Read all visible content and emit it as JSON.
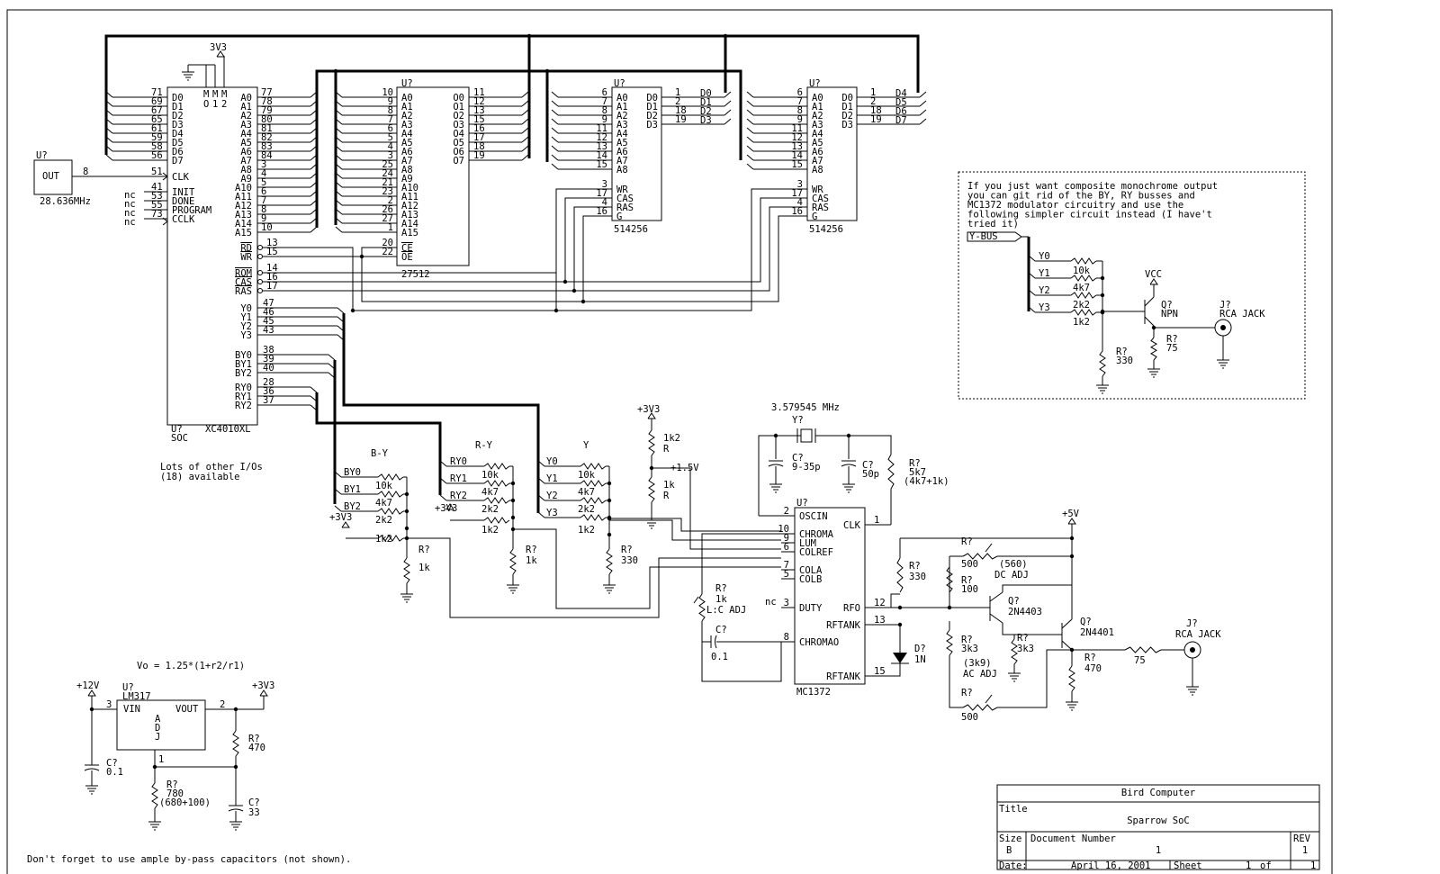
{
  "chips": {
    "soc": {
      "ref": "U?",
      "part": "XC4010XL",
      "name": "SOC",
      "mmm": [
        "M",
        "M",
        "M"
      ],
      "mmm2": [
        "O",
        "1",
        "2"
      ],
      "left_pins": [
        {
          "num": "71",
          "name": "D0"
        },
        {
          "num": "69",
          "name": "D1"
        },
        {
          "num": "67",
          "name": "D2"
        },
        {
          "num": "65",
          "name": "D3"
        },
        {
          "num": "61",
          "name": "D4"
        },
        {
          "num": "59",
          "name": "D5"
        },
        {
          "num": "58",
          "name": "D6"
        },
        {
          "num": "56",
          "name": "D7"
        },
        {
          "num": "51",
          "name": "CLK"
        },
        {
          "num": "41",
          "name": "INIT"
        },
        {
          "num": "53",
          "name": "DONE"
        },
        {
          "num": "55",
          "name": "PROGRAM"
        },
        {
          "num": "73",
          "name": "CCLK"
        }
      ],
      "nc": [
        "nc",
        "nc",
        "nc",
        "nc"
      ],
      "right_pins": [
        {
          "num": "77",
          "name": "A0"
        },
        {
          "num": "78",
          "name": "A1"
        },
        {
          "num": "79",
          "name": "A2"
        },
        {
          "num": "80",
          "name": "A3"
        },
        {
          "num": "81",
          "name": "A4"
        },
        {
          "num": "82",
          "name": "A5"
        },
        {
          "num": "83",
          "name": "A6"
        },
        {
          "num": "84",
          "name": "A7"
        },
        {
          "num": "3",
          "name": "A8"
        },
        {
          "num": "4",
          "name": "A9"
        },
        {
          "num": "5",
          "name": "A10"
        },
        {
          "num": "6",
          "name": "A11"
        },
        {
          "num": "7",
          "name": "A12"
        },
        {
          "num": "8",
          "name": "A13"
        },
        {
          "num": "9",
          "name": "A14"
        },
        {
          "num": "10",
          "name": "A15"
        }
      ],
      "ctrl_pins": [
        {
          "num": "13",
          "name": "RD"
        },
        {
          "num": "15",
          "name": "WR"
        },
        {
          "num": "14",
          "name": "ROM"
        },
        {
          "num": "16",
          "name": "CAS"
        },
        {
          "num": "17",
          "name": "RAS"
        }
      ],
      "y_pins": [
        {
          "num": "47",
          "name": "Y0"
        },
        {
          "num": "46",
          "name": "Y1"
        },
        {
          "num": "45",
          "name": "Y2"
        },
        {
          "num": "43",
          "name": "Y3"
        }
      ],
      "by_pins": [
        {
          "num": "38",
          "name": "BY0"
        },
        {
          "num": "39",
          "name": "BY1"
        },
        {
          "num": "40",
          "name": "BY2"
        }
      ],
      "ry_pins": [
        {
          "num": "28",
          "name": "RY0"
        },
        {
          "num": "36",
          "name": "RY1"
        },
        {
          "num": "37",
          "name": "RY2"
        }
      ],
      "top_label": "3V3"
    },
    "osc": {
      "ref": "U?",
      "pin_name": "OUT",
      "pin_num": "8",
      "freq": "28.636MHz"
    },
    "rom": {
      "ref": "U?",
      "part": "27512",
      "left_pins": [
        {
          "num": "10",
          "name": "A0"
        },
        {
          "num": "9",
          "name": "A1"
        },
        {
          "num": "8",
          "name": "A2"
        },
        {
          "num": "7",
          "name": "A3"
        },
        {
          "num": "6",
          "name": "A4"
        },
        {
          "num": "5",
          "name": "A5"
        },
        {
          "num": "4",
          "name": "A6"
        },
        {
          "num": "3",
          "name": "A7"
        },
        {
          "num": "25",
          "name": "A8"
        },
        {
          "num": "24",
          "name": "A9"
        },
        {
          "num": "21",
          "name": "A10"
        },
        {
          "num": "23",
          "name": "A11"
        },
        {
          "num": "2",
          "name": "A12"
        },
        {
          "num": "26",
          "name": "A13"
        },
        {
          "num": "27",
          "name": "A14"
        },
        {
          "num": "1",
          "name": "A15"
        }
      ],
      "right_pins": [
        {
          "num": "11",
          "name": "O0"
        },
        {
          "num": "12",
          "name": "O1"
        },
        {
          "num": "13",
          "name": "O2"
        },
        {
          "num": "15",
          "name": "O3"
        },
        {
          "num": "16",
          "name": "O4"
        },
        {
          "num": "17",
          "name": "O5"
        },
        {
          "num": "18",
          "name": "O6"
        },
        {
          "num": "19",
          "name": "O7"
        }
      ],
      "ctrl_pins": [
        {
          "num": "20",
          "name": "CE"
        },
        {
          "num": "22",
          "name": "OE"
        }
      ]
    },
    "ram1": {
      "ref": "U?",
      "part": "514256",
      "left_pins": [
        {
          "num": "6",
          "name": "A0"
        },
        {
          "num": "7",
          "name": "A1"
        },
        {
          "num": "8",
          "name": "A2"
        },
        {
          "num": "9",
          "name": "A3"
        },
        {
          "num": "11",
          "name": "A4"
        },
        {
          "num": "12",
          "name": "A5"
        },
        {
          "num": "13",
          "name": "A6"
        },
        {
          "num": "14",
          "name": "A7"
        },
        {
          "num": "15",
          "name": "A8"
        }
      ],
      "ctrl_pins": [
        {
          "num": "3",
          "name": "WR"
        },
        {
          "num": "17",
          "name": "CAS"
        },
        {
          "num": "4",
          "name": "RAS"
        },
        {
          "num": "16",
          "name": "G"
        }
      ],
      "right_pins": [
        {
          "num": "1",
          "name": "D0",
          "net": "D0"
        },
        {
          "num": "2",
          "name": "D1",
          "net": "D1"
        },
        {
          "num": "18",
          "name": "D2",
          "net": "D2"
        },
        {
          "num": "19",
          "name": "D3",
          "net": "D3"
        }
      ]
    },
    "ram2": {
      "ref": "U?",
      "part": "514256",
      "left_pins": [
        {
          "num": "6",
          "name": "A0"
        },
        {
          "num": "7",
          "name": "A1"
        },
        {
          "num": "8",
          "name": "A2"
        },
        {
          "num": "9",
          "name": "A3"
        },
        {
          "num": "11",
          "name": "A4"
        },
        {
          "num": "12",
          "name": "A5"
        },
        {
          "num": "13",
          "name": "A6"
        },
        {
          "num": "14",
          "name": "A7"
        },
        {
          "num": "15",
          "name": "A8"
        }
      ],
      "ctrl_pins": [
        {
          "num": "3",
          "name": "WR"
        },
        {
          "num": "17",
          "name": "CAS"
        },
        {
          "num": "4",
          "name": "RAS"
        },
        {
          "num": "16",
          "name": "G"
        }
      ],
      "right_pins": [
        {
          "num": "1",
          "name": "D0",
          "net": "D4"
        },
        {
          "num": "2",
          "name": "D1",
          "net": "D5"
        },
        {
          "num": "18",
          "name": "D2",
          "net": "D6"
        },
        {
          "num": "19",
          "name": "D3",
          "net": "D7"
        }
      ]
    },
    "mc1372": {
      "ref": "U?",
      "part": "MC1372",
      "left_pins": [
        {
          "num": "2",
          "name": "OSCIN"
        },
        {
          "num": "10",
          "name": "CHROMA"
        },
        {
          "num": "9",
          "name": "LUM"
        },
        {
          "num": "6",
          "name": "COLREF"
        },
        {
          "num": "7",
          "name": "COLA"
        },
        {
          "num": "5",
          "name": "COLB"
        },
        {
          "num": "3",
          "name": "DUTY"
        },
        {
          "num": "8",
          "name": "CHROMAO"
        }
      ],
      "right_pins": [
        {
          "num": "1",
          "name": "CLK"
        },
        {
          "num": "12",
          "name": "RFO"
        },
        {
          "num": "13",
          "name": "RFTANK"
        },
        {
          "num": "15",
          "name": "RFTANK"
        }
      ],
      "nc": "nc"
    },
    "lm317": {
      "ref": "U?",
      "part": "LM317",
      "vin": "VIN",
      "vout": "VOUT",
      "adj": [
        "A",
        "D",
        "J"
      ],
      "pin_in": "3",
      "pin_out": "2",
      "pin_adj": "1"
    }
  },
  "labels": {
    "lots_io_1": "Lots of other I/Os",
    "lots_io_2": "(18) available",
    "by_title": "B-Y",
    "ry_title": "R-Y",
    "y_title": "Y",
    "by_nets": [
      "BY0",
      "BY1",
      "BY2"
    ],
    "ry_nets": [
      "RY0",
      "RY1",
      "RY2"
    ],
    "y_nets": [
      "Y0",
      "Y1",
      "Y2",
      "Y3"
    ],
    "r10k": "10k",
    "r4k7": "4k7",
    "r2k2": "2k2",
    "r1k2": "1k2",
    "plus3v3": "+3V3",
    "rq": "R?",
    "r1k": "1k",
    "r330": "330",
    "vcc_3v3_top": "+3V3",
    "r1k2_div": "1k2",
    "rR": "R",
    "v1_5": "+1.5V",
    "r1k_div": "1k",
    "rR2": "R",
    "crystal_freq": "3.579545 MHz",
    "crystal_ref": "Y?",
    "c_trim_ref": "C?",
    "c_trim_val": "9-35p",
    "c50_ref": "C?",
    "c50_val": "50p",
    "r5k7_ref": "R?",
    "r5k7_val": "5k7",
    "r5k7_note": "(4k7+1k)",
    "plus5v": "+5V",
    "r500_top_ref": "R?",
    "r500_top_val": "500",
    "r560": "(560)",
    "dc_adj": "DC ADJ",
    "r100_ref": "R?",
    "r100_val": "100",
    "r330b_ref": "R?",
    "r330b_val": "330",
    "q1_ref": "Q?",
    "q1_part": "2N4403",
    "q2_ref": "Q?",
    "q2_part": "2N4401",
    "r3k3a_ref": "R?",
    "r3k3a_val": "3k3",
    "r3k9": "(3k9)",
    "ac_adj": "AC ADJ",
    "r500_bot_ref": "R?",
    "r500_bot_val": "500",
    "r3k3b_ref": "R?",
    "r3k3b_val": "3k3",
    "r470_ref": "R?",
    "r470_val": "470",
    "r75_val": "75",
    "jack_ref": "J?",
    "jack_label": "RCA JACK",
    "d_ref": "D?",
    "d_val": "1N",
    "lc_ref": "R?",
    "lc_val": "1k",
    "lc_note": "L:C ADJ",
    "c01_ref": "C?",
    "c01_val": "0.1",
    "vo_formula": "Vo = 1.25*(1+r2/r1)",
    "plus12v": "+12V",
    "plus3v3_reg": "+3V3",
    "creg_ref": "C?",
    "creg_val": "0.1",
    "r470b_ref": "R?",
    "r470b_val": "470",
    "r780_ref": "R?",
    "r780_val": "780",
    "r780_note": "(680+100)",
    "c33_ref": "C?",
    "c33_val": "33",
    "bypass_note": "Don't forget to use ample by-pass capacitors (not shown)."
  },
  "note": {
    "lines": [
      "If you just want composite monochrome output",
      "you can git rid of the BY, RY busses and",
      "MC1372 modulator circuitry and use the",
      "following simpler circuit instead (I have't",
      "tried it)"
    ],
    "ybus": "Y-BUS",
    "nets": [
      "Y0",
      "Y1",
      "Y2",
      "Y3"
    ],
    "res": [
      "10k",
      "4k7",
      "2k2",
      "1k2"
    ],
    "vcc": "VCC",
    "q_ref": "Q?",
    "q_part": "NPN",
    "r330_ref": "R?",
    "r330_val": "330",
    "r75_ref": "R?",
    "r75_val": "75",
    "jack_ref": "J?",
    "jack_label": "RCA JACK"
  },
  "title_block": {
    "company": "Bird Computer",
    "title_label": "Title",
    "title": "Sparrow SoC",
    "size_label": "Size",
    "size": "B",
    "docnum_label": "Document Number",
    "docnum": "1",
    "rev_label": "REV",
    "rev": "1",
    "date_label": "Date:",
    "date": "April 16, 2001",
    "sheet_label": "Sheet",
    "sheet": "1",
    "of_label": "of",
    "of": "1"
  }
}
